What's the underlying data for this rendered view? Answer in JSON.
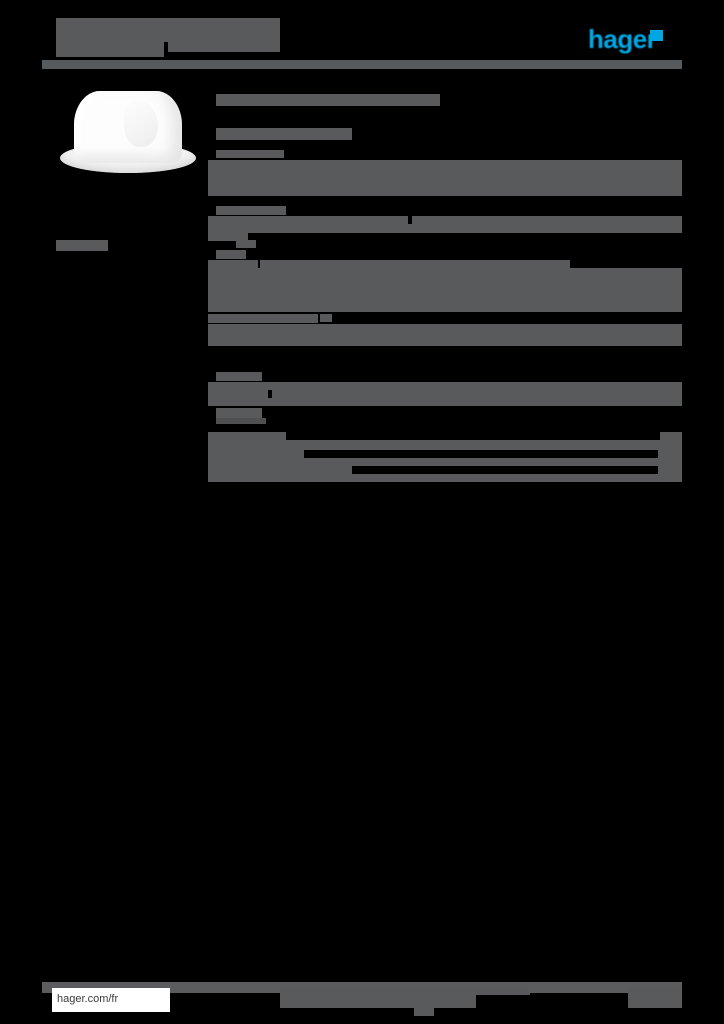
{
  "document": {
    "type": "product-datasheet",
    "brand": "hager",
    "background_color": "#000000",
    "redaction_color": "#585a5c",
    "accent_color": "#00a7e3"
  },
  "header": {
    "title": "",
    "title_line_2": "",
    "subtitle": "",
    "logo_text": "hager",
    "logo_name": "hager-logo"
  },
  "left_column": {
    "product_image_alt": "product-photo",
    "caption": ""
  },
  "content": {
    "intro_heading": "",
    "section_heading": "",
    "blocks": [
      {
        "label": "",
        "value": ""
      },
      {
        "label": "",
        "value": ""
      },
      {
        "label": "",
        "value": ""
      },
      {
        "label": "",
        "value": ""
      },
      {
        "label": "",
        "value": ""
      },
      {
        "label": "",
        "value": ""
      },
      {
        "label": "",
        "value": ""
      },
      {
        "label": "",
        "value": ""
      }
    ]
  },
  "footer": {
    "url": "hager.com/fr",
    "center_note": "",
    "page_number": ""
  }
}
